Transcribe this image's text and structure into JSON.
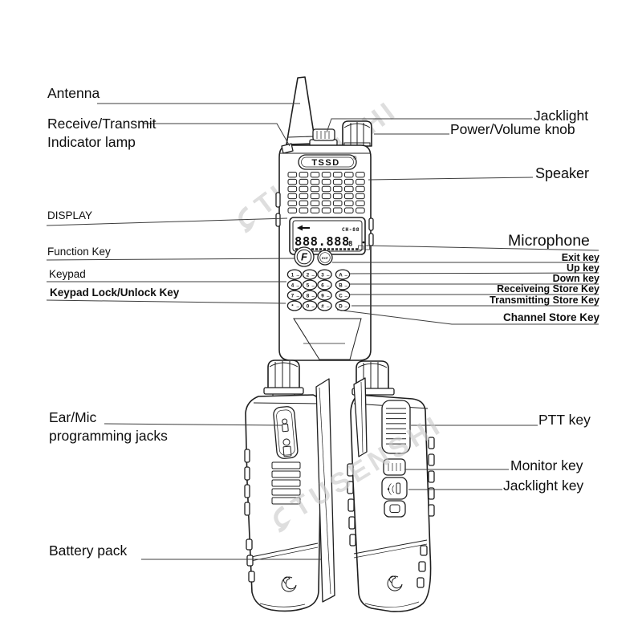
{
  "watermark": {
    "text": "TUSENSHI"
  },
  "front_view": {
    "brand": "TSSD",
    "brand_reg": "®",
    "lcd": {
      "channel": "CH-88",
      "digits": "888.888",
      "sub_digit": "8"
    },
    "fn_key": "F",
    "exit_key": "EXIT",
    "keypad": [
      "1",
      "2",
      "3",
      "A",
      "4",
      "5",
      "6",
      "B",
      "7",
      "8",
      "9",
      "C",
      "*",
      "0",
      "#",
      "D"
    ]
  },
  "labels": {
    "antenna": "Antenna",
    "rx_tx_1": "Receive/Transmit",
    "rx_tx_2": "Indicator lamp",
    "display": "DISPLAY",
    "function_key": "Function Key",
    "keypad": "Keypad",
    "keypad_lock": "Keypad Lock/Unlock Key",
    "ear_mic_1": "Ear/Mic",
    "ear_mic_2": "programming jacks",
    "battery": "Battery pack",
    "jacklight": "Jacklight",
    "power_volume": "Power/Volume knob",
    "speaker": "Speaker",
    "microphone": "Microphone",
    "exit_key": "Exit key",
    "up_key": "Up key",
    "down_key": "Down key",
    "rx_store": "Receiveing Store Key",
    "tx_store": "Transmitting Store Key",
    "channel_store": "Channel Store Key",
    "ptt": "PTT key",
    "monitor": "Monitor key",
    "jacklight_key": "Jacklight key"
  }
}
